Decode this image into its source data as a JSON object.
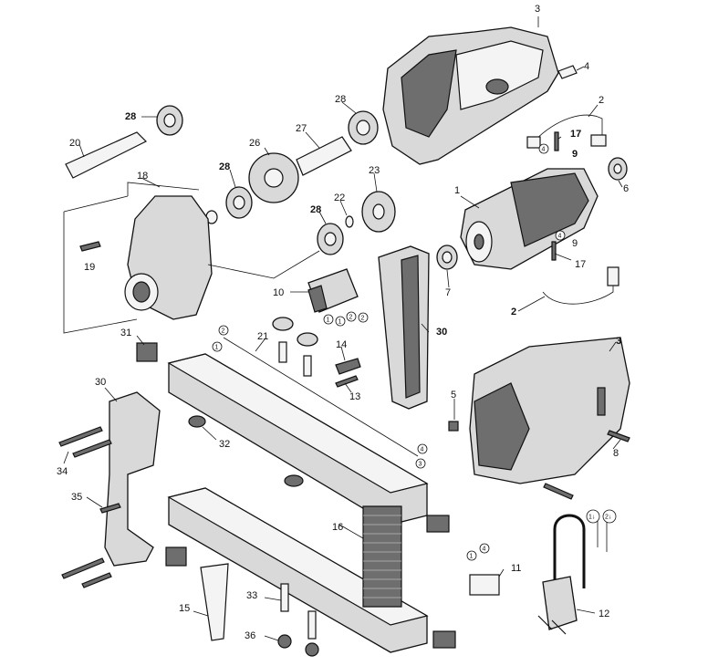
{
  "labels": [
    {
      "id": "l1",
      "text": "1",
      "bold": false
    },
    {
      "id": "l2a",
      "text": "2",
      "bold": false
    },
    {
      "id": "l2b",
      "text": "2",
      "bold": true
    },
    {
      "id": "l3a",
      "text": "3",
      "bold": false
    },
    {
      "id": "l3b",
      "text": "3",
      "bold": true
    },
    {
      "id": "l4",
      "text": "4",
      "bold": false
    },
    {
      "id": "l5",
      "text": "5",
      "bold": false
    },
    {
      "id": "l6",
      "text": "6",
      "bold": false
    },
    {
      "id": "l7",
      "text": "7",
      "bold": false
    },
    {
      "id": "l8",
      "text": "8",
      "bold": false
    },
    {
      "id": "l9a",
      "text": "9",
      "bold": true
    },
    {
      "id": "l9b",
      "text": "9",
      "bold": false
    },
    {
      "id": "l10",
      "text": "10",
      "bold": false
    },
    {
      "id": "l11",
      "text": "11",
      "bold": false
    },
    {
      "id": "l12",
      "text": "12",
      "bold": false
    },
    {
      "id": "l13",
      "text": "13",
      "bold": false
    },
    {
      "id": "l14",
      "text": "14",
      "bold": false
    },
    {
      "id": "l15",
      "text": "15",
      "bold": false
    },
    {
      "id": "l16",
      "text": "16",
      "bold": false
    },
    {
      "id": "l17a",
      "text": "17",
      "bold": true
    },
    {
      "id": "l17b",
      "text": "17",
      "bold": false
    },
    {
      "id": "l18",
      "text": "18",
      "bold": false
    },
    {
      "id": "l19",
      "text": "19",
      "bold": false
    },
    {
      "id": "l20",
      "text": "20",
      "bold": false
    },
    {
      "id": "l21",
      "text": "21",
      "bold": false
    },
    {
      "id": "l22",
      "text": "22",
      "bold": false
    },
    {
      "id": "l23",
      "text": "23",
      "bold": false
    },
    {
      "id": "l26",
      "text": "26",
      "bold": false
    },
    {
      "id": "l27",
      "text": "27",
      "bold": false
    },
    {
      "id": "l28a",
      "text": "28",
      "bold": true
    },
    {
      "id": "l28b",
      "text": "28",
      "bold": false
    },
    {
      "id": "l28c",
      "text": "28",
      "bold": true
    },
    {
      "id": "l28d",
      "text": "28",
      "bold": true
    },
    {
      "id": "l30a",
      "text": "30",
      "bold": true
    },
    {
      "id": "l30b",
      "text": "30",
      "bold": false
    },
    {
      "id": "l31",
      "text": "31",
      "bold": false
    },
    {
      "id": "l32",
      "text": "32",
      "bold": false
    },
    {
      "id": "l33",
      "text": "33",
      "bold": false
    },
    {
      "id": "l34",
      "text": "34",
      "bold": false
    },
    {
      "id": "l35",
      "text": "35",
      "bold": false
    },
    {
      "id": "l36",
      "text": "36",
      "bold": false
    }
  ],
  "circled": [
    {
      "id": "c4a",
      "text": "4"
    },
    {
      "id": "c4b",
      "text": "4"
    },
    {
      "id": "c1a",
      "text": "1"
    },
    {
      "id": "c2a",
      "text": "2"
    },
    {
      "id": "c1b",
      "text": "1"
    },
    {
      "id": "c2b",
      "text": "2"
    },
    {
      "id": "c1c",
      "text": "1"
    },
    {
      "id": "c2c",
      "text": "2"
    },
    {
      "id": "c4c",
      "text": "4"
    },
    {
      "id": "c3a",
      "text": "3"
    },
    {
      "id": "c1d",
      "text": "1"
    },
    {
      "id": "c4d",
      "text": "4"
    },
    {
      "id": "c1e",
      "text": "1↓"
    },
    {
      "id": "c2e",
      "text": "2↓"
    }
  ]
}
